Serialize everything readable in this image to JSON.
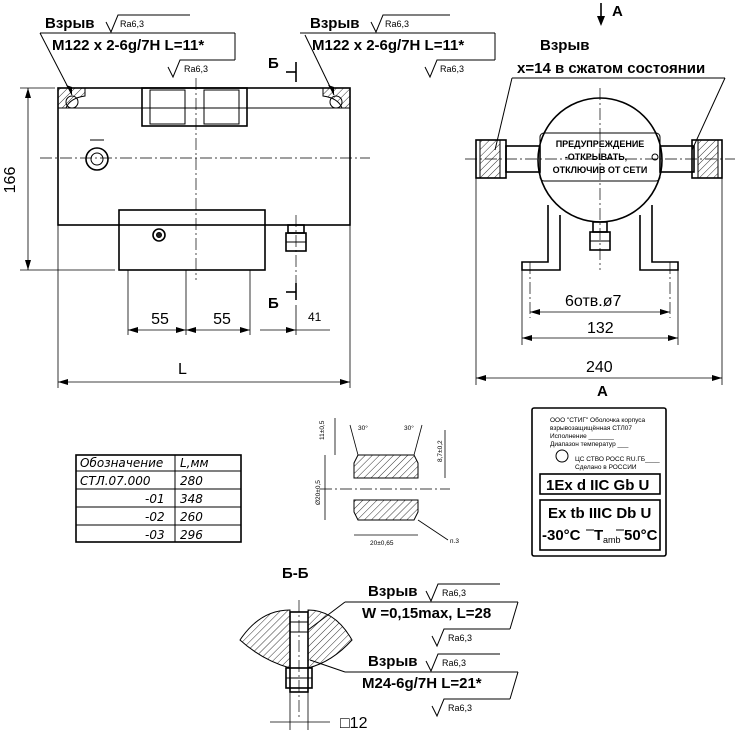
{
  "top_left_note": {
    "label": "Взрыв",
    "spec": "M122 x 2-6g/7H L=11*",
    "roughness1": "Ra6,3",
    "roughness2": "Ra6,3"
  },
  "top_mid_note": {
    "label": "Взрыв",
    "spec": "M122 x 2-6g/7H L=11*",
    "roughness1": "Ra6,3",
    "roughness2": "Ra6,3"
  },
  "section_mark_top": "Б",
  "section_mark_bottom": "Б",
  "view_arrow": "A",
  "right_note": {
    "label": "Взрыв",
    "spec": "x=14 в сжатом состоянии"
  },
  "warning_plate": {
    "line1": "ПРЕДУПРЕЖДЕНИЕ",
    "line2": "-ОТКРЫВАТЬ,",
    "line3": "ОТКЛЮЧИВ ОТ СЕТИ"
  },
  "dims": {
    "height": "166",
    "d55a": "55",
    "d55b": "55",
    "d41": "41",
    "L": "L",
    "holes": "6отв.ø7",
    "d132": "132",
    "d240": "240"
  },
  "table": {
    "headers": [
      "Обозначение",
      "L,мм"
    ],
    "rows": [
      [
        "СТЛ.07.000",
        "280"
      ],
      [
        "-01",
        "348"
      ],
      [
        "-02",
        "260"
      ],
      [
        "-03",
        "296"
      ]
    ]
  },
  "detail": {
    "a30l": "30°",
    "a30r": "30°",
    "d1": "11±0,5",
    "d2": "8,7±0,2",
    "d3": "Ø20±0,5",
    "d4": "20±0,65",
    "d5": "п.3"
  },
  "view_A_title": "A",
  "nameplate": {
    "l1": "ООО \"СТИГ\" Оболочка корпуса",
    "l2": "взрывозащищённая СТЛ07",
    "l3": "Исполнение _______",
    "l4": "Диапазон температур ___",
    "l5": "ЦС СТВО РОСС RU.ГБ____",
    "l6": "Сделано в РОССИИ",
    "ex1": "1Ex d  IIC  Gb U",
    "ex2": "Ex tb IIIC Db U",
    "ex3a": "-30°C",
    "ex3b": "T",
    "ex3c": "amb",
    "ex3d": "50°C"
  },
  "section_title": "Б-Б",
  "bottom_note1": {
    "label": "Взрыв",
    "spec": "W =0,15max, L=28",
    "r1": "Ra6,3",
    "r2": "Ra6,3"
  },
  "bottom_note2": {
    "label": "Взрыв",
    "spec": "M24-6g/7H L=21*",
    "r1": "Ra6,3",
    "r2": "Ra6,3"
  },
  "square": "□12"
}
